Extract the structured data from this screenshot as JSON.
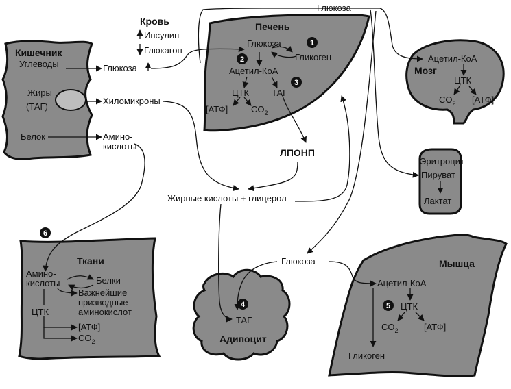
{
  "blood": {
    "title": "Кровь",
    "insulin": "Инсулин",
    "glucagon": "Глюкагон"
  },
  "intestine": {
    "title": "Кишечник",
    "carbs": "Углеводы",
    "fats": "Жиры",
    "tag": "(ТАГ)",
    "protein": "Белок"
  },
  "outputs": {
    "glucose": "Глюкоза",
    "chylomicrons": "Хиломикроны",
    "amino_line1": "Амино-",
    "amino_line2": "кислоты"
  },
  "top_glucose": "Глюкоза",
  "liver": {
    "title": "Печень",
    "glucose": "Глюкоза",
    "glycogen": "Гликоген",
    "acetyl_coa": "Ацетил-КоА",
    "tca": "ЦТК",
    "tag": "ТАГ",
    "atp": "[АТФ]",
    "co2": "CO",
    "co2_sub": "2"
  },
  "brain": {
    "title": "Мозг",
    "acetyl_coa": "Ацетил-КоА",
    "tca": "ЦТК",
    "co2": "CO",
    "co2_sub": "2",
    "atp": "[АТФ]"
  },
  "erythrocyte": {
    "title": "Эритроцит",
    "pyruvate": "Пируват",
    "lactate": "Лактат"
  },
  "vldl": "ЛПОНП",
  "fatty_acids": "Жирные кислоты + глицерол",
  "tissues": {
    "title": "Ткани",
    "amino_line1": "Амино-",
    "amino_line2": "кислоты",
    "proteins": "Белки",
    "derivatives_line1": "Важнейшие",
    "derivatives_line2": "призводные",
    "derivatives_line3": "аминокислот",
    "tca": "ЦТК",
    "atp": "[АТФ]",
    "co2": "CO",
    "co2_sub": "2"
  },
  "adipocyte": {
    "title": "Адипоцит",
    "tag": "ТАГ"
  },
  "muscle_glucose": "Глюкоза",
  "muscle": {
    "title": "Мышца",
    "acetyl_coa": "Ацетил-КоА",
    "tca": "ЦТК",
    "co2": "CO",
    "co2_sub": "2",
    "atp": "[АТФ]",
    "glycogen": "Гликоген"
  },
  "step_numbers": [
    "1",
    "2",
    "3",
    "4",
    "5",
    "6"
  ]
}
